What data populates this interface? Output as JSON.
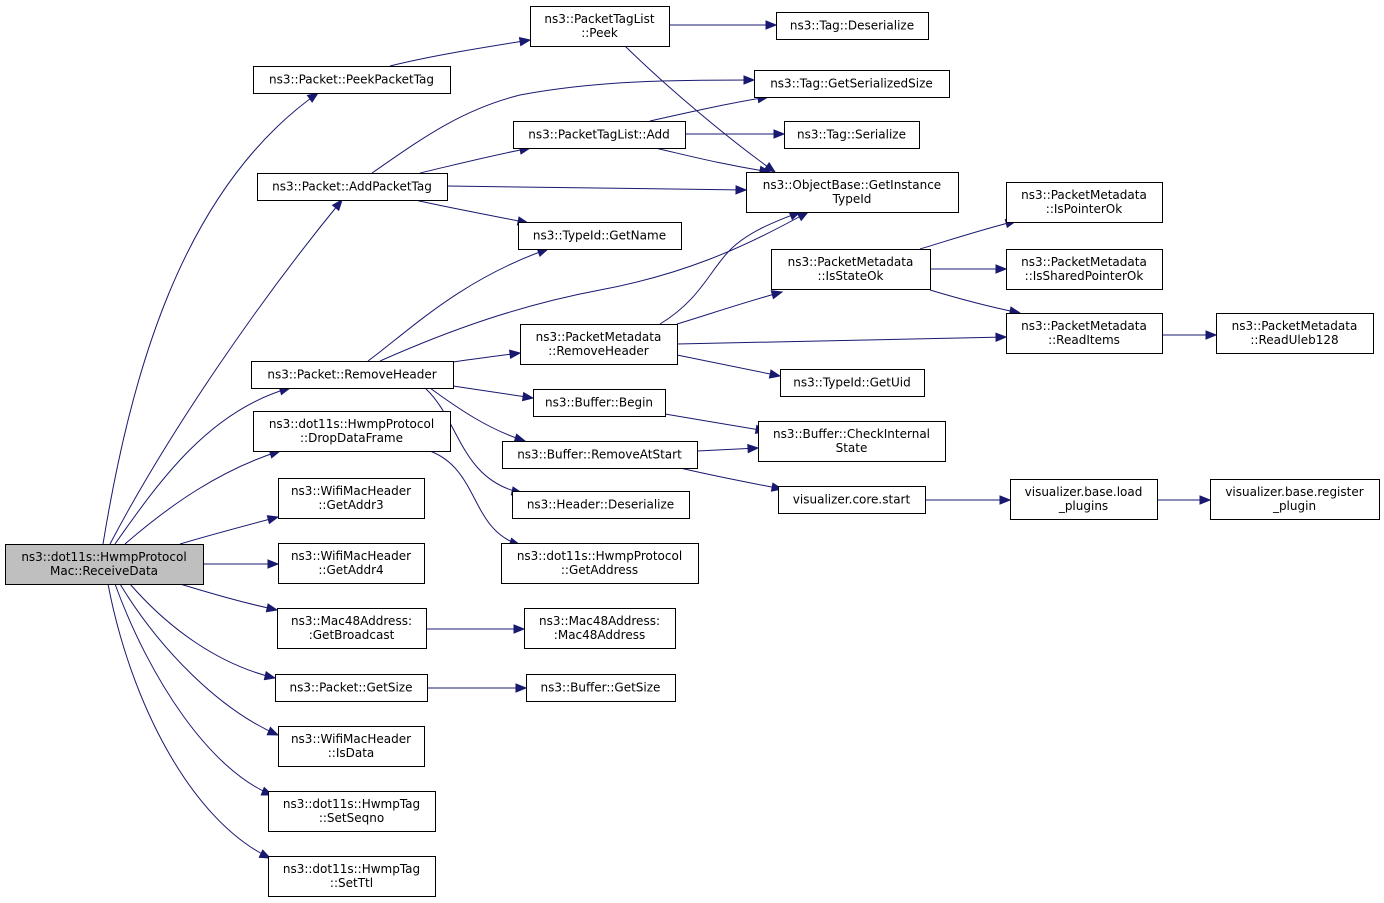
{
  "colors": {
    "edge": "#191970",
    "root_fill": "#bfbfbf",
    "node_fill": "#ffffff",
    "node_border": "#000000"
  },
  "nodes": [
    {
      "id": "root",
      "lines": [
        "ns3::dot11s::HwmpProtocol",
        "Mac::ReceiveData"
      ],
      "root": true
    },
    {
      "id": "peekPacketTag",
      "lines": [
        "ns3::Packet::PeekPacketTag"
      ]
    },
    {
      "id": "ptlPeek",
      "lines": [
        "ns3::PacketTagList",
        "::Peek"
      ]
    },
    {
      "id": "tagDeserialize",
      "lines": [
        "ns3::Tag::Deserialize"
      ]
    },
    {
      "id": "tagGetSerializedSize",
      "lines": [
        "ns3::Tag::GetSerializedSize"
      ]
    },
    {
      "id": "ptlAdd",
      "lines": [
        "ns3::PacketTagList::Add"
      ]
    },
    {
      "id": "tagSerialize",
      "lines": [
        "ns3::Tag::Serialize"
      ]
    },
    {
      "id": "addPacketTag",
      "lines": [
        "ns3::Packet::AddPacketTag"
      ]
    },
    {
      "id": "getInstanceTypeId",
      "lines": [
        "ns3::ObjectBase::GetInstance",
        "TypeId"
      ]
    },
    {
      "id": "typeIdGetName",
      "lines": [
        "ns3::TypeId::GetName"
      ]
    },
    {
      "id": "pmIsPointerOk",
      "lines": [
        "ns3::PacketMetadata",
        "::IsPointerOk"
      ]
    },
    {
      "id": "pmIsStateOk",
      "lines": [
        "ns3::PacketMetadata",
        "::IsStateOk"
      ]
    },
    {
      "id": "pmIsSharedPointerOk",
      "lines": [
        "ns3::PacketMetadata",
        "::IsSharedPointerOk"
      ]
    },
    {
      "id": "pmRemoveHeader",
      "lines": [
        "ns3::PacketMetadata",
        "::RemoveHeader"
      ]
    },
    {
      "id": "pmReadItems",
      "lines": [
        "ns3::PacketMetadata",
        "::ReadItems"
      ]
    },
    {
      "id": "pmReadUleb128",
      "lines": [
        "ns3::PacketMetadata",
        "::ReadUleb128"
      ]
    },
    {
      "id": "packetRemoveHeader",
      "lines": [
        "ns3::Packet::RemoveHeader"
      ]
    },
    {
      "id": "typeIdGetUid",
      "lines": [
        "ns3::TypeId::GetUid"
      ]
    },
    {
      "id": "bufferBegin",
      "lines": [
        "ns3::Buffer::Begin"
      ]
    },
    {
      "id": "dropDataFrame",
      "lines": [
        "ns3::dot11s::HwmpProtocol",
        "::DropDataFrame"
      ]
    },
    {
      "id": "bufferCheckInternalState",
      "lines": [
        "ns3::Buffer::CheckInternal",
        "State"
      ]
    },
    {
      "id": "bufferRemoveAtStart",
      "lines": [
        "ns3::Buffer::RemoveAtStart"
      ]
    },
    {
      "id": "getAddr3",
      "lines": [
        "ns3::WifiMacHeader",
        "::GetAddr3"
      ]
    },
    {
      "id": "vizCoreStart",
      "lines": [
        "visualizer.core.start"
      ]
    },
    {
      "id": "vizLoadPlugins",
      "lines": [
        "visualizer.base.load",
        "_plugins"
      ]
    },
    {
      "id": "vizRegisterPlugin",
      "lines": [
        "visualizer.base.register",
        "_plugin"
      ]
    },
    {
      "id": "headerDeserialize",
      "lines": [
        "ns3::Header::Deserialize"
      ]
    },
    {
      "id": "getAddress",
      "lines": [
        "ns3::dot11s::HwmpProtocol",
        "::GetAddress"
      ]
    },
    {
      "id": "getAddr4",
      "lines": [
        "ns3::WifiMacHeader",
        "::GetAddr4"
      ]
    },
    {
      "id": "getBroadcast",
      "lines": [
        "ns3::Mac48Address:",
        ":GetBroadcast"
      ]
    },
    {
      "id": "mac48Address",
      "lines": [
        "ns3::Mac48Address:",
        ":Mac48Address"
      ]
    },
    {
      "id": "packetGetSize",
      "lines": [
        "ns3::Packet::GetSize"
      ]
    },
    {
      "id": "bufferGetSize",
      "lines": [
        "ns3::Buffer::GetSize"
      ]
    },
    {
      "id": "isData",
      "lines": [
        "ns3::WifiMacHeader",
        "::IsData"
      ]
    },
    {
      "id": "setSeqno",
      "lines": [
        "ns3::dot11s::HwmpTag",
        "::SetSeqno"
      ]
    },
    {
      "id": "setTtl",
      "lines": [
        "ns3::dot11s::HwmpTag",
        "::SetTtl"
      ]
    }
  ],
  "edges": [
    {
      "from": "root",
      "to": "peekPacketTag"
    },
    {
      "from": "root",
      "to": "addPacketTag"
    },
    {
      "from": "root",
      "to": "packetRemoveHeader"
    },
    {
      "from": "root",
      "to": "dropDataFrame"
    },
    {
      "from": "root",
      "to": "getAddr3"
    },
    {
      "from": "root",
      "to": "getAddr4"
    },
    {
      "from": "root",
      "to": "getBroadcast"
    },
    {
      "from": "root",
      "to": "packetGetSize"
    },
    {
      "from": "root",
      "to": "isData"
    },
    {
      "from": "root",
      "to": "setSeqno"
    },
    {
      "from": "root",
      "to": "setTtl"
    },
    {
      "from": "peekPacketTag",
      "to": "ptlPeek"
    },
    {
      "from": "ptlPeek",
      "to": "tagDeserialize"
    },
    {
      "from": "ptlPeek",
      "to": "getInstanceTypeId"
    },
    {
      "from": "addPacketTag",
      "to": "tagGetSerializedSize"
    },
    {
      "from": "addPacketTag",
      "to": "ptlAdd"
    },
    {
      "from": "addPacketTag",
      "to": "getInstanceTypeId"
    },
    {
      "from": "addPacketTag",
      "to": "typeIdGetName"
    },
    {
      "from": "ptlAdd",
      "to": "tagGetSerializedSize"
    },
    {
      "from": "ptlAdd",
      "to": "tagSerialize"
    },
    {
      "from": "ptlAdd",
      "to": "getInstanceTypeId"
    },
    {
      "from": "packetRemoveHeader",
      "to": "typeIdGetName"
    },
    {
      "from": "packetRemoveHeader",
      "to": "getInstanceTypeId"
    },
    {
      "from": "packetRemoveHeader",
      "to": "pmRemoveHeader"
    },
    {
      "from": "packetRemoveHeader",
      "to": "bufferBegin"
    },
    {
      "from": "packetRemoveHeader",
      "to": "bufferRemoveAtStart"
    },
    {
      "from": "packetRemoveHeader",
      "to": "headerDeserialize"
    },
    {
      "from": "pmRemoveHeader",
      "to": "getInstanceTypeId"
    },
    {
      "from": "pmRemoveHeader",
      "to": "pmIsStateOk"
    },
    {
      "from": "pmRemoveHeader",
      "to": "pmReadItems"
    },
    {
      "from": "pmRemoveHeader",
      "to": "typeIdGetUid"
    },
    {
      "from": "pmIsStateOk",
      "to": "pmIsPointerOk"
    },
    {
      "from": "pmIsStateOk",
      "to": "pmIsSharedPointerOk"
    },
    {
      "from": "pmIsStateOk",
      "to": "pmReadItems"
    },
    {
      "from": "pmReadItems",
      "to": "pmReadUleb128"
    },
    {
      "from": "bufferBegin",
      "to": "bufferCheckInternalState"
    },
    {
      "from": "bufferRemoveAtStart",
      "to": "bufferCheckInternalState"
    },
    {
      "from": "bufferRemoveAtStart",
      "to": "vizCoreStart"
    },
    {
      "from": "vizCoreStart",
      "to": "vizLoadPlugins"
    },
    {
      "from": "vizLoadPlugins",
      "to": "vizRegisterPlugin"
    },
    {
      "from": "dropDataFrame",
      "to": "getAddress"
    },
    {
      "from": "getBroadcast",
      "to": "mac48Address"
    },
    {
      "from": "packetGetSize",
      "to": "bufferGetSize"
    }
  ]
}
